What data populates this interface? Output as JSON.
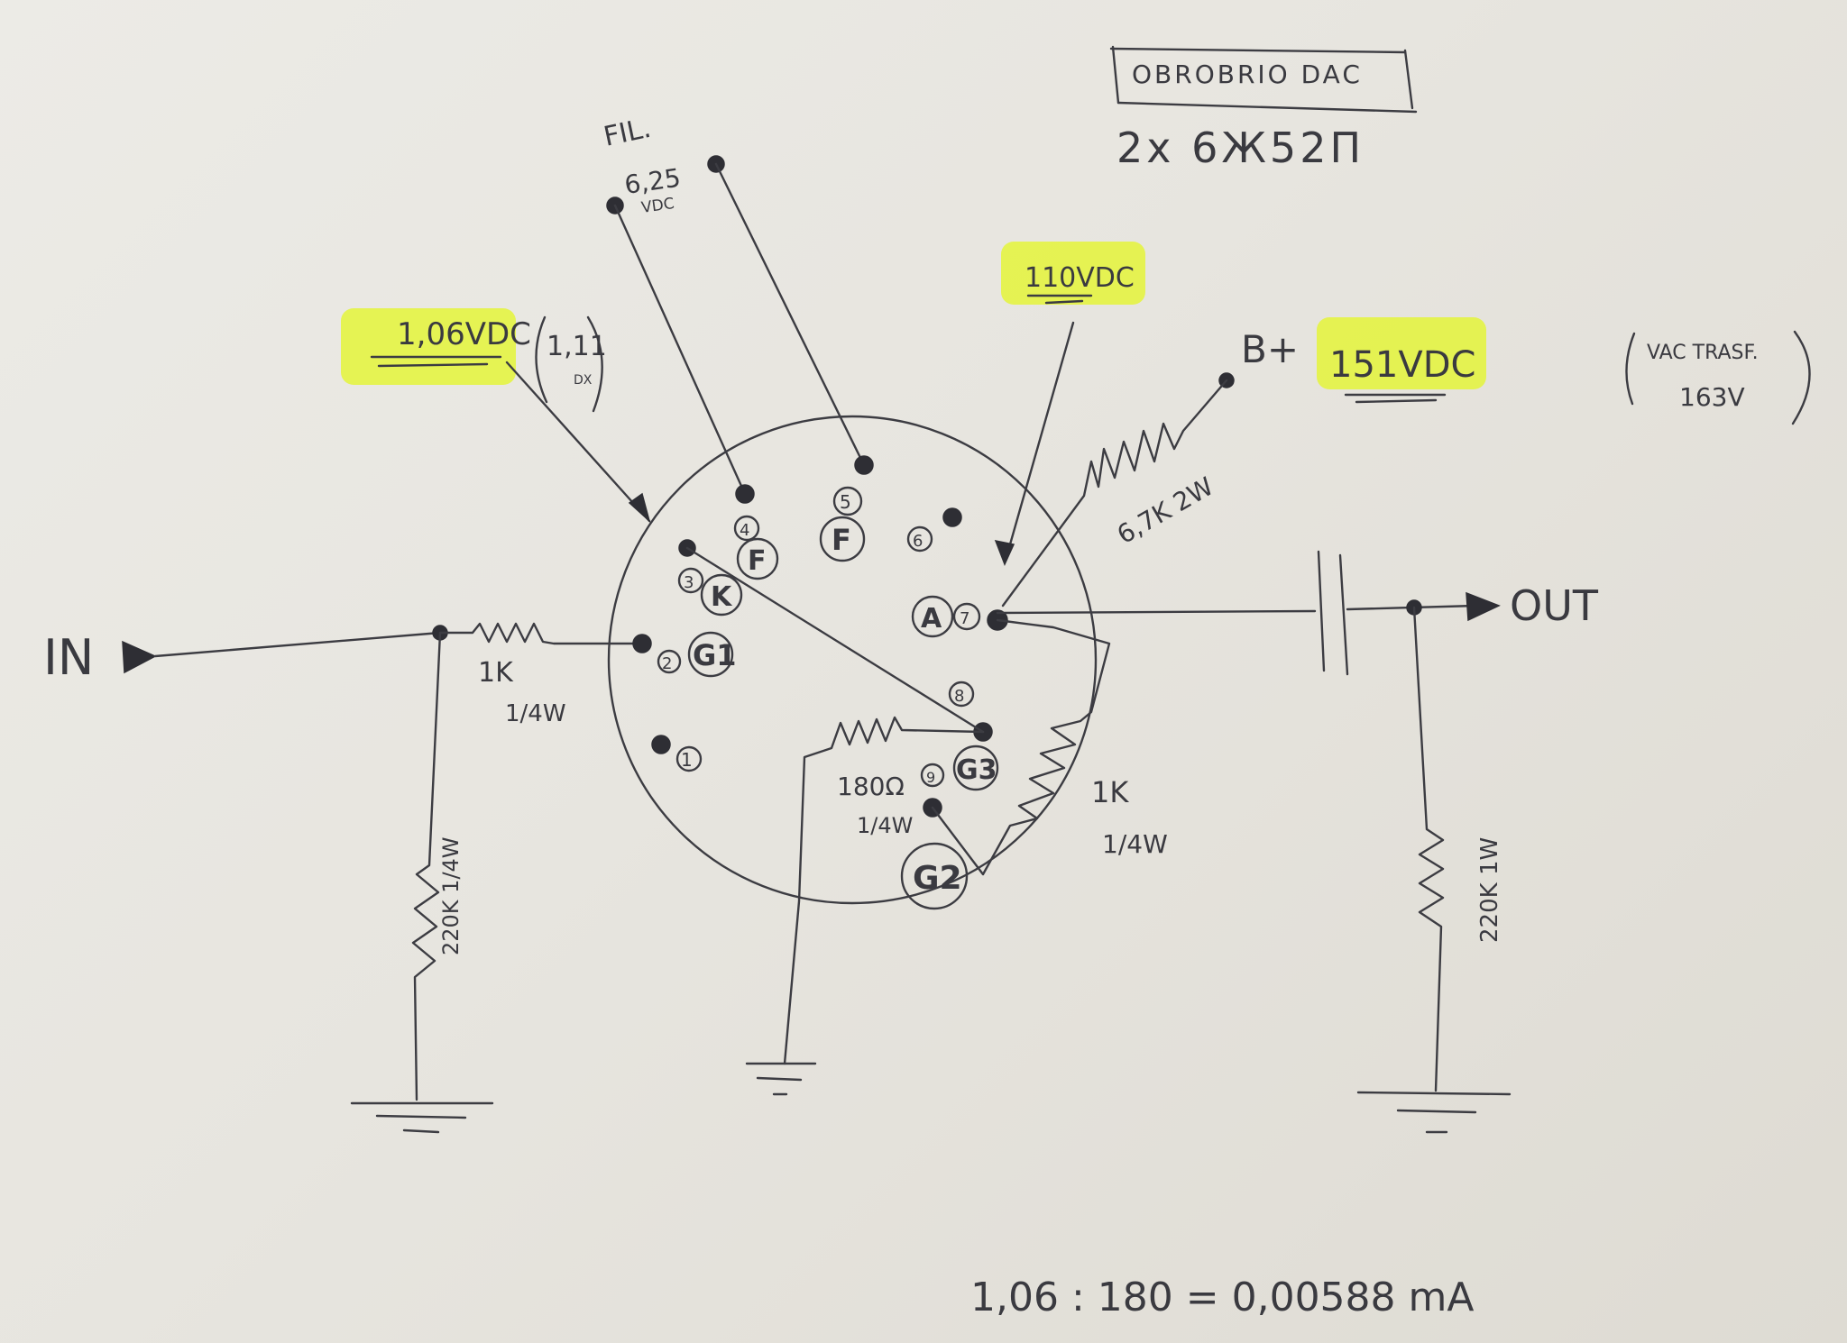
{
  "header": {
    "title": "OBROBRIO DAC",
    "tube": "2x 6Ж52П"
  },
  "filament": {
    "label": "FIL.",
    "voltage": "6,25",
    "unit": "VDC"
  },
  "measurements": {
    "cathode": "1,06VDC",
    "cathode_alt": "1,11",
    "cathode_alt_sub": "DX",
    "anode": "110VDC",
    "bplus_label": "B+",
    "bplus": "151VDC",
    "transformer_line1": "VAC TRASF.",
    "transformer_line2": "163V"
  },
  "components": {
    "r_input_value": "1K",
    "r_input_power": "1/4W",
    "r_ground_left": "220K 1/4W",
    "r_anode": "6,7K 2W",
    "r_g3": "180Ω",
    "r_g3_power": "1/4W",
    "r_g2": "1K",
    "r_g2_power": "1/4W",
    "r_out": "220K 1W"
  },
  "terminals": {
    "input": "IN",
    "output": "OUT"
  },
  "pins": {
    "p1": "1",
    "p2": "2",
    "p3": "3",
    "p4": "4",
    "p5": "5",
    "p6": "6",
    "p7": "7",
    "p8": "8",
    "p9": "9",
    "g1": "G1",
    "k": "K",
    "f4": "F",
    "f5": "F",
    "a": "A",
    "g3": "G3",
    "g2": "G2"
  },
  "formula": "1,06 : 180 = 0,00588 mA",
  "colors": {
    "ink": "#3c3c42",
    "highlight": "#e4f53a",
    "paper": "#ecebe6"
  }
}
